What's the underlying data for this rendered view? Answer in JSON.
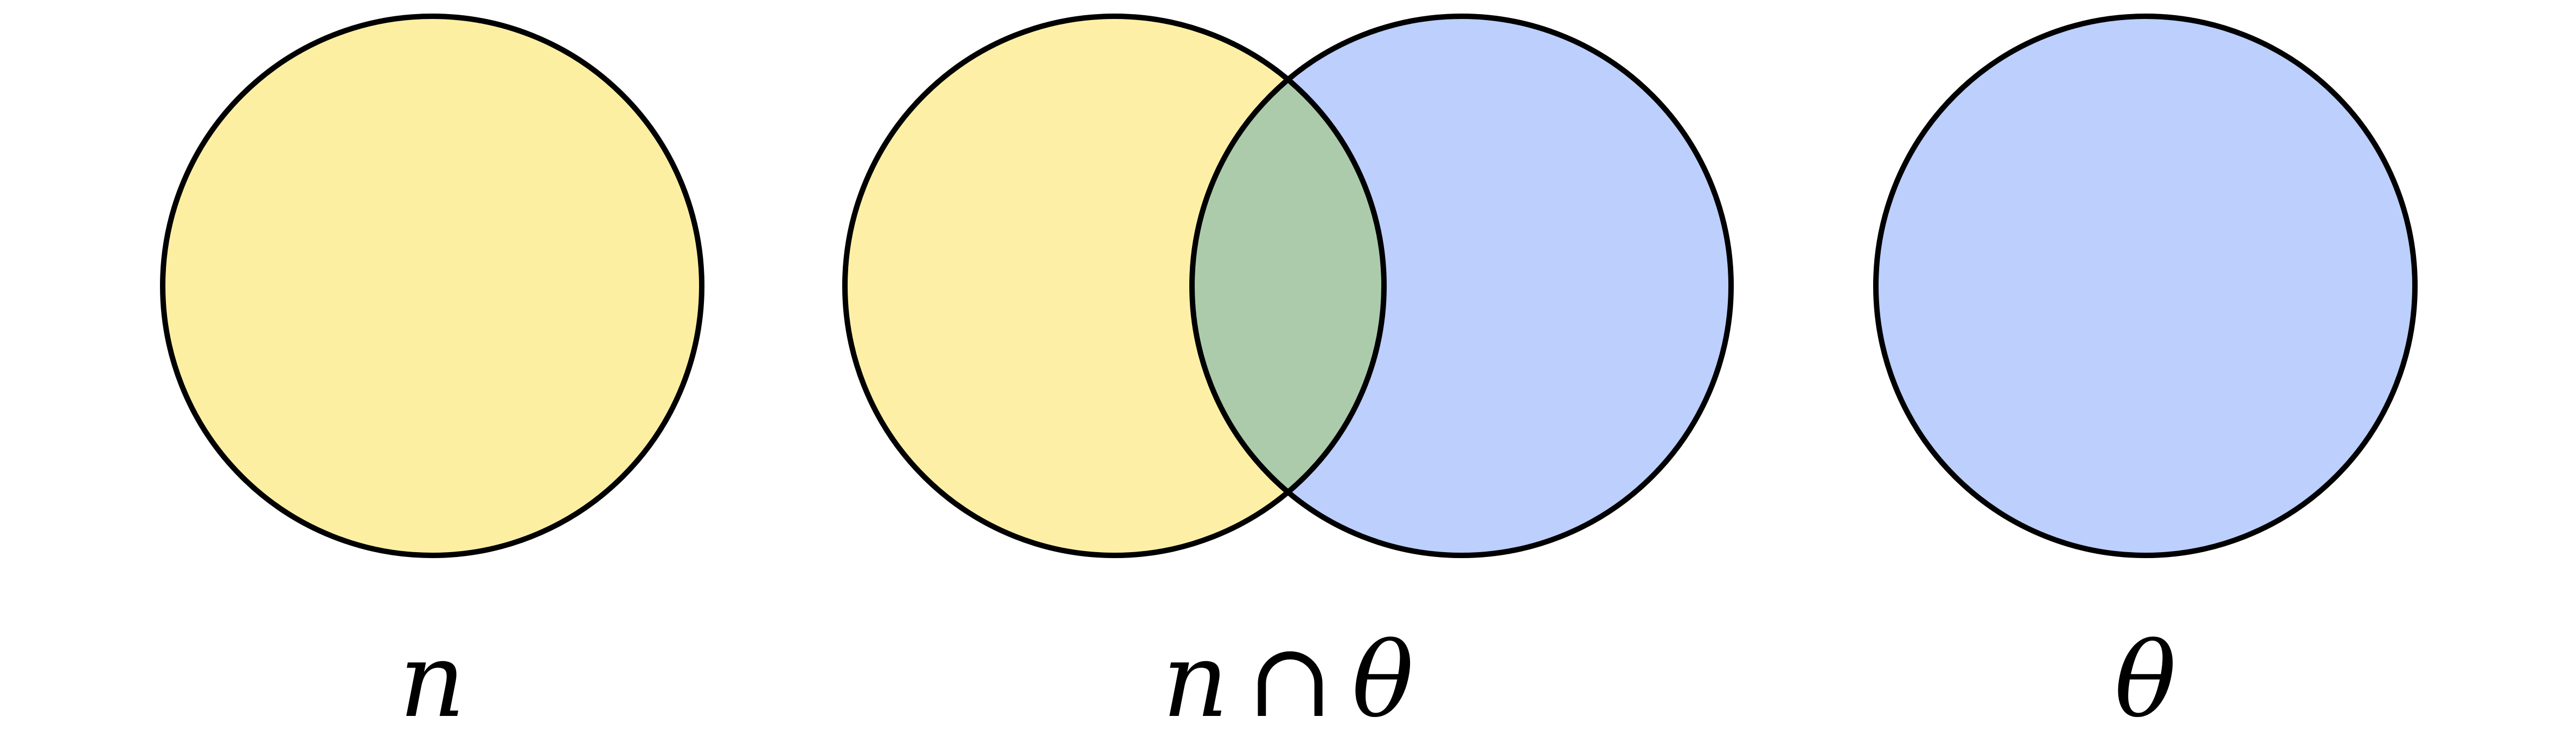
{
  "labels": {
    "left_set": "n",
    "middle_left": "n",
    "middle_op": "∩",
    "middle_right": "θ",
    "right_set": "θ"
  },
  "colors": {
    "set_n": "#fdf0a6",
    "set_n_solo": "#fdefa2",
    "set_theta": "#bccffd",
    "intersection": "#accbaa",
    "stroke": "#000000",
    "background": "#ffffff"
  }
}
